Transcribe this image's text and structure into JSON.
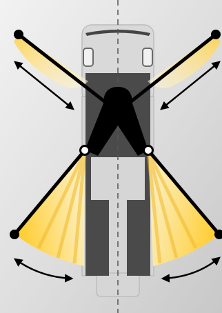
{
  "diagram": {
    "description_free": true,
    "colors": {
      "background_light": "#efefef",
      "background_dark": "#c9c9c9",
      "vehicle_body": "#dadada",
      "vehicle_outline": "#bdbdbd",
      "frame_dark": "#4d4d4d",
      "boom": "#000000",
      "centerline": "#555555",
      "light_beam": "#ffd44a",
      "light_beam_fade": "#fff3c2"
    },
    "icons": {
      "linear_motion": "double-headed-straight-arrow",
      "rotation_motion": "double-headed-curved-arrow",
      "pivot": "circle-joint"
    },
    "elements": {
      "vehicle": "top-view-truck",
      "booms": 4,
      "beams": 4,
      "pivots": 6,
      "straight_arrows": 2,
      "curved_arrows": 2
    }
  }
}
